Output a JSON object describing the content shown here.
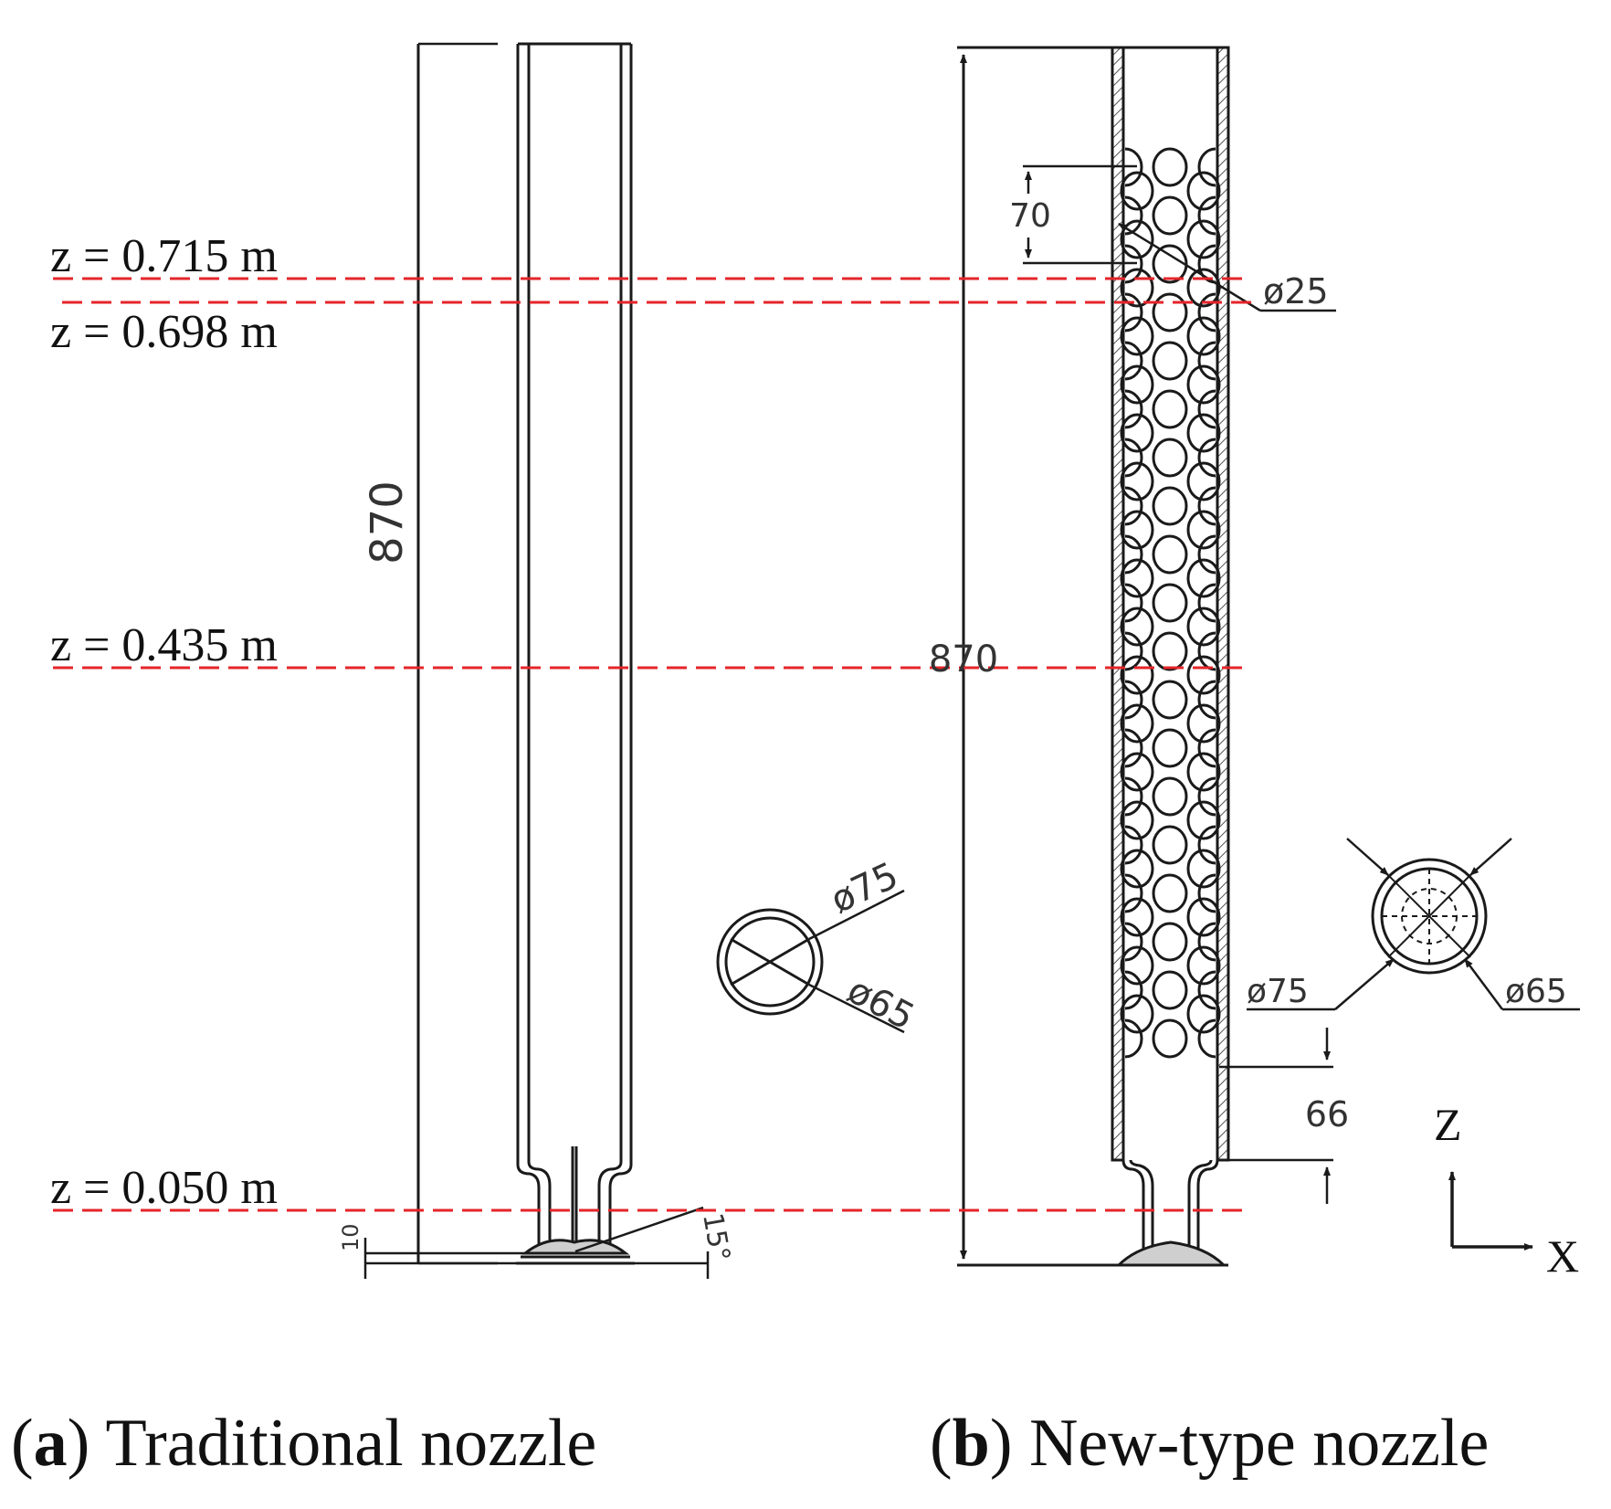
{
  "colors": {
    "ink": "#1a1a1a",
    "section_line": "#e5252a",
    "cad_text": "#333333"
  },
  "section_planes": [
    {
      "label": "z = 0.715 m"
    },
    {
      "label": "z = 0.698 m"
    },
    {
      "label": "z = 0.435 m"
    },
    {
      "label": "z = 0.050 m"
    }
  ],
  "panel_a": {
    "letter": "a",
    "caption": "Traditional nozzle",
    "height_dim": "870",
    "base_dim": "10",
    "angle_dim": "15°",
    "outer_diameter": "ø75",
    "inner_diameter": "ø65"
  },
  "panel_b": {
    "letter": "b",
    "caption": "New-type nozzle",
    "height_dim": "870",
    "hole_pitch": "70",
    "hole_diameter": "ø25",
    "outer_diameter": "ø75",
    "inner_diameter": "ø65",
    "bottom_offset": "66",
    "axis_z": "Z",
    "axis_x": "X"
  }
}
